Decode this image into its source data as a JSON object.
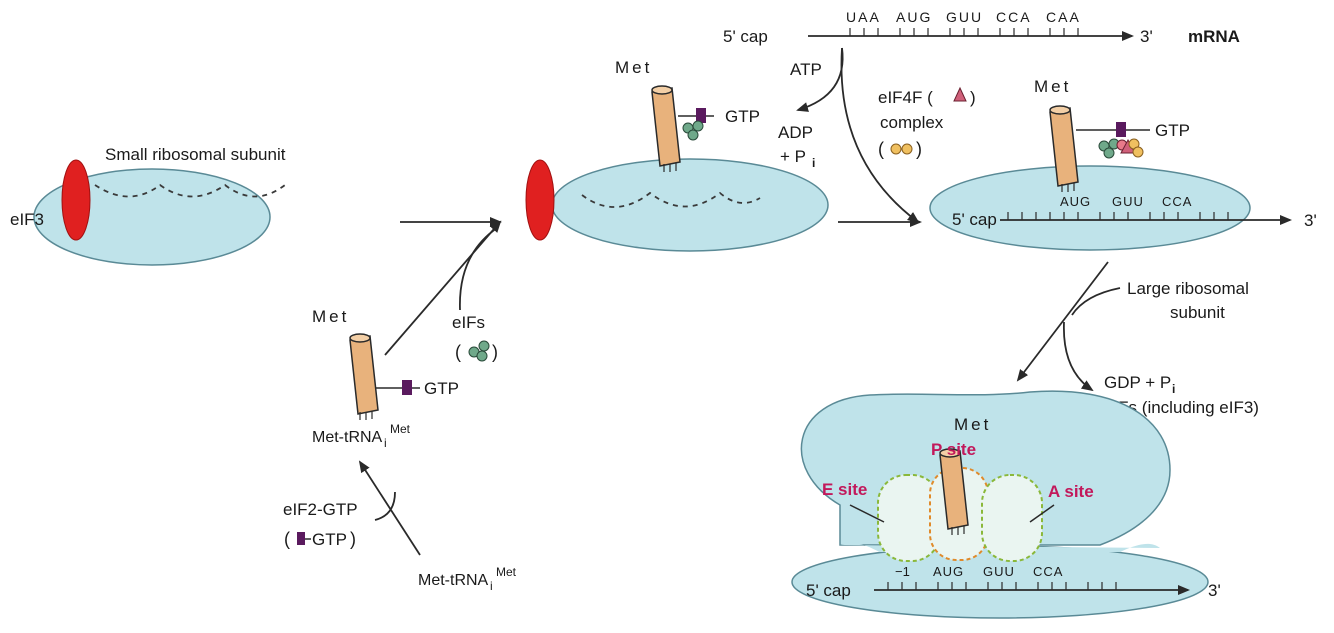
{
  "labels": {
    "eif3": "eIF3",
    "small_subunit": "Small ribosomal subunit",
    "met": "Met",
    "gtp": "GTP",
    "met_trna_i": "Met-tRNA",
    "met_trna_sub": "i",
    "met_trna_sup": "Met",
    "eif2_gtp": "eIF2-GTP",
    "paren_open": "(",
    "paren_close": ")",
    "eifs": "eIFs",
    "atp": "ATP",
    "adp": "ADP",
    "plus_pi": "+ P",
    "pi_sub": "i",
    "five_cap": "5' cap",
    "three_prime": "3'",
    "mrna": "mRNA",
    "codons_top": [
      "UAA",
      "AUG",
      "GUU",
      "CCA",
      "CAA"
    ],
    "codons_mid": [
      "AUG",
      "GUU",
      "CCA"
    ],
    "codons_bottom": [
      "−1",
      "AUG",
      "GUU",
      "CCA"
    ],
    "eif4f": "eIF4F (",
    "eif4f_close": ")",
    "complex": "complex",
    "large_subunit_line1": "Large ribosomal",
    "large_subunit_line2": "subunit",
    "gdp_pi": "GDP + P",
    "eifs_incl": "eIFs (including eIF3)",
    "e_site": "E site",
    "p_site": "P site",
    "a_site": "A site"
  },
  "colors": {
    "ribosome_fill": "#bfe3ea",
    "ribosome_stroke": "#5a8a96",
    "eif3_red": "#e02020",
    "trna_tan": "#e8b27c",
    "gtp_purple": "#5a1a5e",
    "eif_green": "#6fa98a",
    "eif4f_pink": "#d0607a",
    "eif4f_yellow": "#f0c060",
    "site_green": "#8ab83a",
    "site_orange": "#e08a2a",
    "site_label": "#c2185b"
  }
}
